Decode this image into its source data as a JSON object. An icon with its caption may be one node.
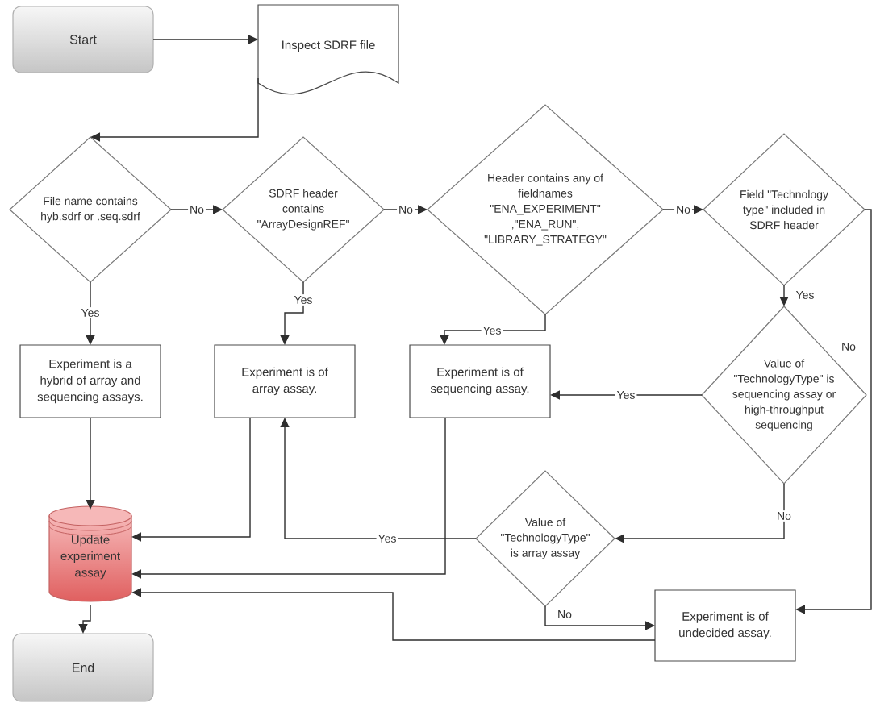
{
  "diagram": {
    "nodes": [
      {
        "text": [
          "Start"
        ]
      },
      {
        "text": [
          "Inspect SDRF file"
        ]
      },
      {
        "text": [
          "File name contains hyb.sdrf or .seq.sdrf"
        ]
      },
      {
        "text": [
          "SDRF header contains \"ArrayDesignREF\""
        ]
      },
      {
        "text": [
          "Header contains any of fieldnames \"ENA_EXPERIMENT\" ,\"ENA_RUN\", \"LIBRARY_STRATEGY\""
        ]
      },
      {
        "text": [
          "Field \"Technology type\" included in SDRF header"
        ]
      },
      {
        "text": [
          "Experiment is a hybrid of array and sequencing assays."
        ]
      },
      {
        "text": [
          "Experiment is of array assay."
        ]
      },
      {
        "text": [
          "Experiment is of sequencing assay."
        ]
      },
      {
        "text": [
          "Value of \"TechnologyType\" is sequencing assay or high-throughput sequencing"
        ]
      },
      {
        "text": [
          "Value of \"TechnologyType\" is array assay"
        ]
      },
      {
        "text": [
          "Update experiment assay"
        ]
      },
      {
        "text": [
          "Experiment is of undecided assay."
        ]
      },
      {
        "text": [
          "End"
        ]
      }
    ],
    "edges": [
      {
        "from": 0,
        "to": 1,
        "arrow": "to"
      },
      {
        "from": 1,
        "to": 2,
        "arrow": "to"
      },
      {
        "from": 2,
        "to": 3,
        "arrow": "to",
        "label": "No"
      },
      {
        "from": 3,
        "to": 4,
        "arrow": "to",
        "label": "No"
      },
      {
        "from": 4,
        "to": 5,
        "arrow": "to",
        "label": "No"
      },
      {
        "from": 2,
        "to": 6,
        "arrow": "to",
        "label": "Yes"
      },
      {
        "from": 3,
        "to": 7,
        "arrow": "to",
        "label": "Yes"
      },
      {
        "from": 4,
        "to": 8,
        "arrow": "to",
        "label": "Yes"
      },
      {
        "from": 5,
        "to": 9,
        "arrow": "to",
        "label": "Yes"
      },
      {
        "from": 5,
        "to": 12,
        "arrow": "to",
        "label": "No"
      },
      {
        "from": 9,
        "to": 8,
        "arrow": "to",
        "label": "Yes"
      },
      {
        "from": 9,
        "to": 10,
        "arrow": "to",
        "label": "No"
      },
      {
        "from": 10,
        "to": 7,
        "arrow": "to",
        "label": "Yes"
      },
      {
        "from": 10,
        "to": 12,
        "arrow": "to",
        "label": "No"
      },
      {
        "from": 6,
        "to": 11,
        "arrow": "to"
      },
      {
        "from": 7,
        "to": 11,
        "arrow": "to"
      },
      {
        "from": 8,
        "to": 11,
        "arrow": "to"
      },
      {
        "from": 12,
        "to": 11,
        "arrow": "to"
      },
      {
        "from": 11,
        "to": 13,
        "arrow": "to"
      }
    ]
  }
}
